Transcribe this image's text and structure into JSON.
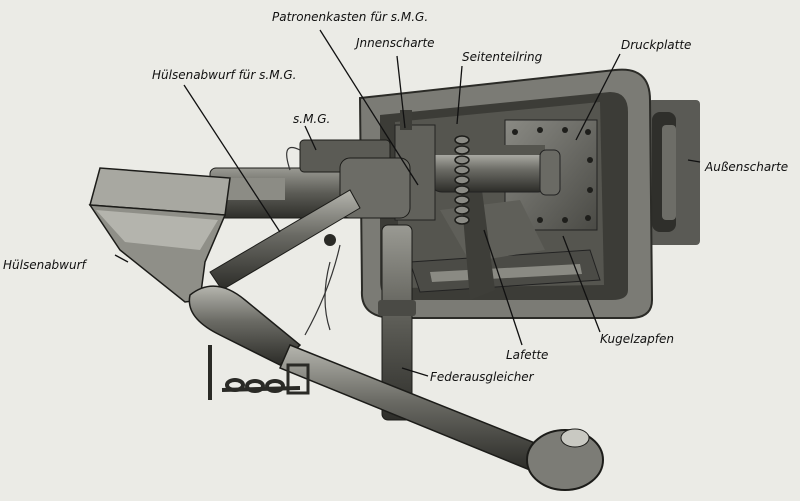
{
  "labels": {
    "patronenkasten": "Patronenkasten für s.M.G.",
    "innenscharte": "Jnnenscharte",
    "seitenteilring": "Seitenteilring",
    "druckplatte": "Druckplatte",
    "huelsenabwurf_smg": "Hülsenabwurf für s.M.G.",
    "smg": "s.M.G.",
    "aussenscharte": "Außenscharte",
    "huelsenabwurf": "Hülsenabwurf",
    "kugelzapfen": "Kugelzapfen",
    "lafette": "Lafette",
    "federausgleicher": "Federausgleicher"
  },
  "colors": {
    "background": "#ebebe6",
    "metal_dark": "#3a3a36",
    "metal_mid": "#6e6e68",
    "metal_light": "#a9a9a2",
    "leader": "#111111"
  }
}
